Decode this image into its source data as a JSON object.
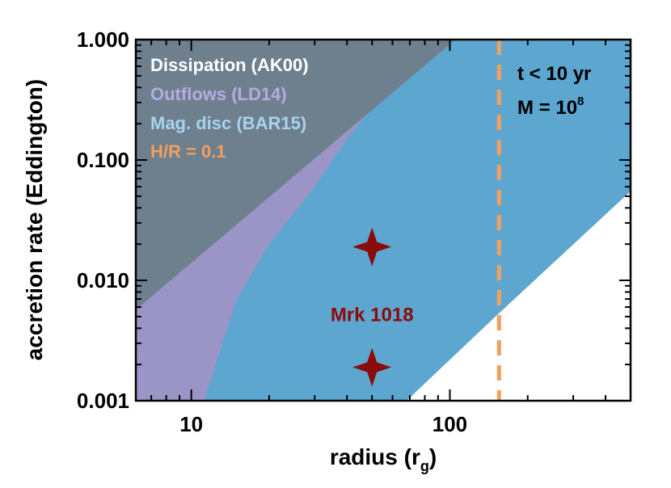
{
  "chart_data": {
    "type": "area",
    "xlabel": "radius (r",
    "xlabel_sub": "g",
    "xlabel_close": ")",
    "ylabel": "accretion rate (Eddington)",
    "xscale": "log",
    "yscale": "log",
    "xlim": [
      6.1,
      500
    ],
    "ylim": [
      0.001,
      1.0
    ],
    "x_ticks": [
      {
        "value": 10,
        "label": "10"
      },
      {
        "value": 100,
        "label": "100"
      }
    ],
    "y_ticks": [
      {
        "value": 0.001,
        "label": "0.001"
      },
      {
        "value": 0.01,
        "label": "0.010"
      },
      {
        "value": 0.1,
        "label": "0.100"
      },
      {
        "value": 1.0,
        "label": "1.000"
      }
    ],
    "regions": [
      {
        "name": "Mag. disc (BAR15)",
        "color": "#5da6cf",
        "upper": [
          [
            6.1,
            1.0
          ],
          [
            500,
            1.0
          ]
        ],
        "lower": [
          [
            6.1,
            0.001
          ],
          [
            68,
            0.001
          ],
          [
            150,
            0.005
          ],
          [
            500,
            0.055
          ]
        ]
      },
      {
        "name": "Outflows (LD14)",
        "color": "#9a95c6",
        "points": [
          [
            6.1,
            1.0
          ],
          [
            50,
            1.0
          ],
          [
            50,
            0.27
          ],
          [
            40,
            0.15
          ],
          [
            30,
            0.06
          ],
          [
            20,
            0.02
          ],
          [
            15,
            0.007
          ],
          [
            11.2,
            0.001
          ],
          [
            6.1,
            0.001
          ]
        ]
      },
      {
        "name": "Dissipation (AK00)",
        "color": "#6e7f8e",
        "points": [
          [
            6.1,
            1.0
          ],
          [
            105,
            1.0
          ],
          [
            6.1,
            0.0057
          ]
        ]
      }
    ],
    "vline": {
      "name": "H/R = 0.1",
      "x": 155,
      "color": "#f2a05e",
      "style": "dashed"
    },
    "points": [
      {
        "x": 50,
        "y": 0.019,
        "marker": "star4",
        "color": "#8b0a0a"
      },
      {
        "x": 50,
        "y": 0.0019,
        "marker": "star4",
        "color": "#8b0a0a"
      }
    ],
    "object_label": {
      "text": "Mrk 1018",
      "x": 50,
      "y": 0.0052,
      "color": "#8b0a0a"
    },
    "legend": {
      "placement": "top-left",
      "entries": [
        {
          "text": "Dissipation (AK00)",
          "color": "#ffffff"
        },
        {
          "text": "Outflows (LD14)",
          "color": "#b5abdf"
        },
        {
          "text": "Mag. disc (BAR15)",
          "color": "#a6d4ef"
        },
        {
          "text": "H/R = 0.1",
          "color": "#f2a05e"
        }
      ]
    },
    "annotations": {
      "line1": "t < 10 yr",
      "line2_base": "M = 10",
      "line2_sup": "8",
      "color": "#000000"
    },
    "grid": false
  }
}
